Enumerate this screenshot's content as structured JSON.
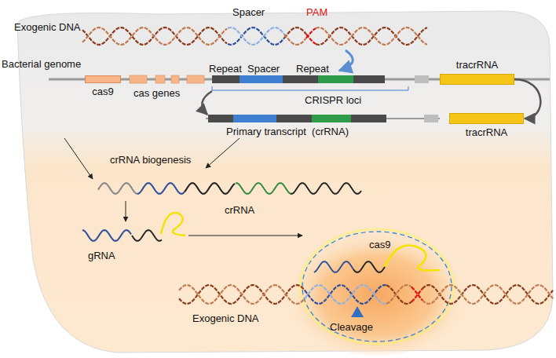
{
  "diagram": {
    "nodes": [
      {
        "text": [
          "cas9"
        ]
      },
      {
        "text": [
          "tracrRNA"
        ]
      },
      {
        "text": [
          "tracrRNA"
        ]
      }
    ],
    "edges": [
      {
        "from": 1,
        "to": 2,
        "arrow": "to"
      }
    ],
    "labels": [
      "Exogenic DNA",
      "Spacer",
      "PAM",
      "Bacterial genome",
      "cas genes",
      "Repeat",
      "Spacer",
      "Repeat",
      "CRISPR loci",
      "Primary transcript  (crRNA)",
      "crRNA biogenesis",
      "crRNA",
      "gRNA",
      "cas9",
      "Exogenic DNA",
      "Cleavage"
    ]
  }
}
